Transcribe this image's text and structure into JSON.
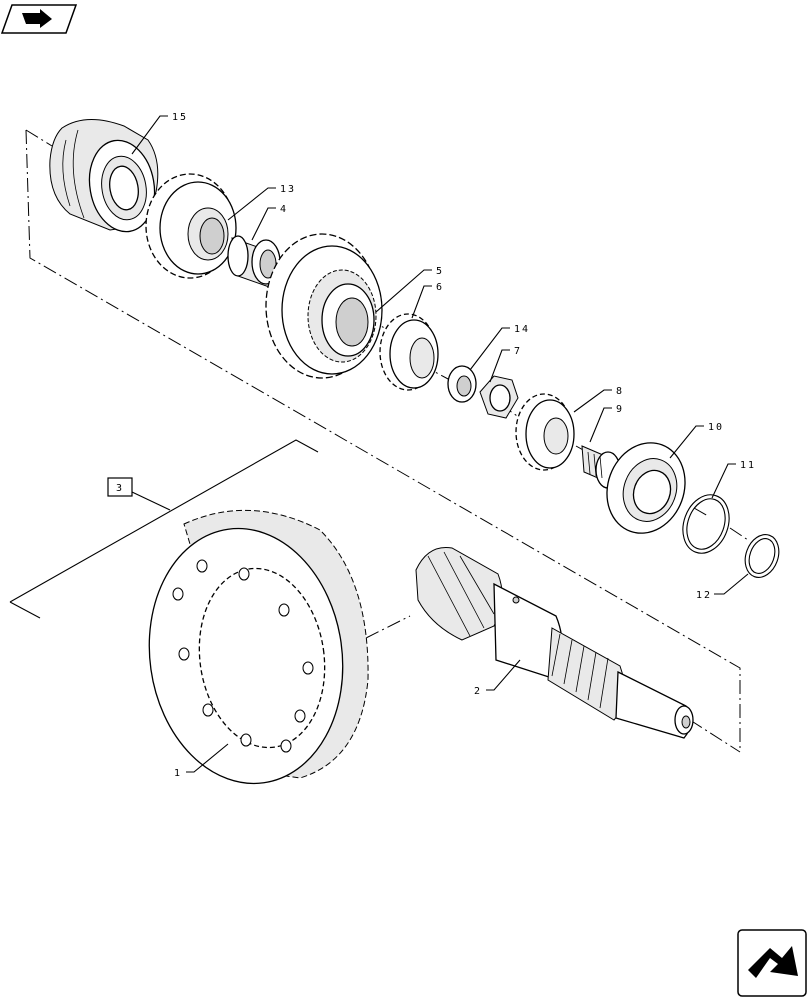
{
  "callouts": [
    {
      "id": "15",
      "text": "15"
    },
    {
      "id": "13",
      "text": "13"
    },
    {
      "id": "4",
      "text": "4"
    },
    {
      "id": "5",
      "text": "5"
    },
    {
      "id": "6",
      "text": "6"
    },
    {
      "id": "14",
      "text": "14"
    },
    {
      "id": "7",
      "text": "7"
    },
    {
      "id": "8",
      "text": "8"
    },
    {
      "id": "9",
      "text": "9"
    },
    {
      "id": "10",
      "text": "10"
    },
    {
      "id": "11",
      "text": "11"
    },
    {
      "id": "12",
      "text": "12"
    },
    {
      "id": "2",
      "text": "2"
    },
    {
      "id": "1",
      "text": "1"
    }
  ],
  "boxed_callout": {
    "text": "3"
  },
  "icons": {
    "top_left": "previous-page-icon",
    "bottom_right": "next-page-icon"
  }
}
